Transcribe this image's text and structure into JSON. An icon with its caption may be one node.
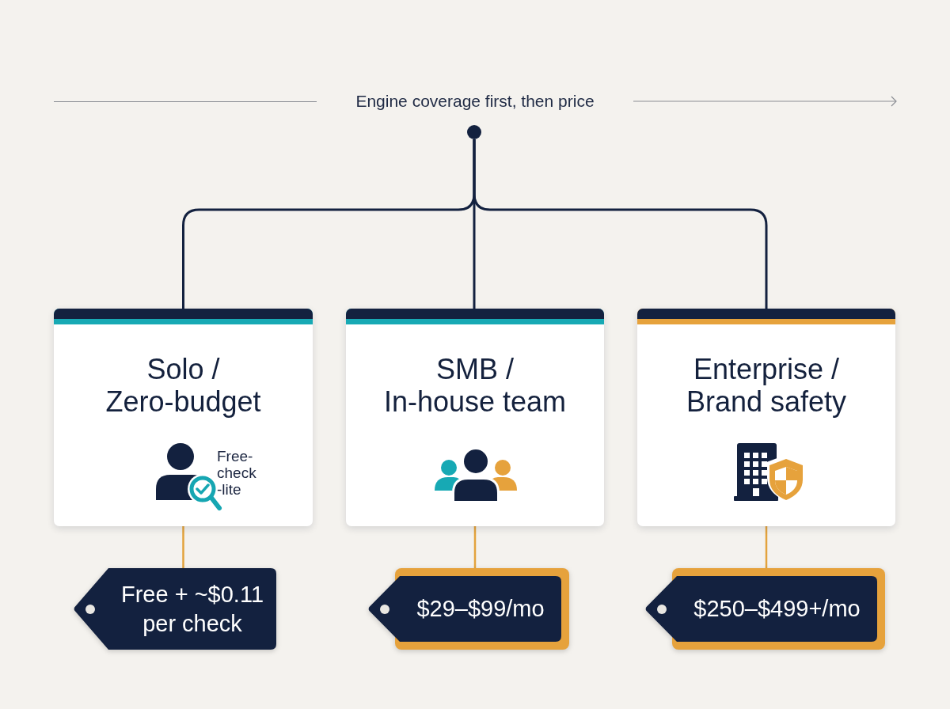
{
  "diagram": {
    "title": "Engine coverage first, then price",
    "nodes": [
      {
        "text": [],
        "shape": "circle"
      },
      {
        "text": [
          "Solo / Zero-budget",
          "Free- check -lite"
        ]
      },
      {
        "text": [
          "SMB / In-house team"
        ]
      },
      {
        "text": [
          "Enterprise / Brand safety"
        ]
      },
      {
        "text": [
          "Free + ~$0.11 per check"
        ]
      },
      {
        "text": [
          "$29–$99/mo"
        ]
      },
      {
        "text": [
          "$250–$499+/mo"
        ]
      }
    ],
    "edges": [
      {
        "from": 0,
        "to": 1,
        "arrow": "none"
      },
      {
        "from": 0,
        "to": 2,
        "arrow": "none"
      },
      {
        "from": 0,
        "to": 3,
        "arrow": "none"
      },
      {
        "from": 1,
        "to": 4,
        "arrow": "none",
        "color": "#e3a33d"
      },
      {
        "from": 2,
        "to": 5,
        "arrow": "none",
        "color": "#e3a33d"
      },
      {
        "from": 3,
        "to": 6,
        "arrow": "none",
        "color": "#e3a33d"
      }
    ]
  }
}
